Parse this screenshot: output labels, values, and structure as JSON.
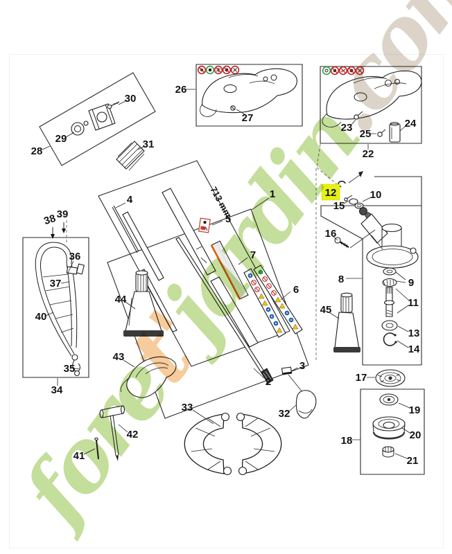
{
  "diagram": {
    "title_hidden": "",
    "tube_length_label": "713 mm",
    "highlighted_part": "12",
    "highlight_color": "#e7f112",
    "callouts": {
      "c1": "1",
      "c2": "2",
      "c3": "3",
      "c4": "4",
      "c5": "5",
      "c6": "6",
      "c7": "7",
      "c8": "8",
      "c9": "9",
      "c10": "10",
      "c11": "11",
      "c12": "12",
      "c13": "13",
      "c14": "14",
      "c15": "15",
      "c16": "16",
      "c17": "17",
      "c18": "18",
      "c19": "19",
      "c20": "20",
      "c21": "21",
      "c22": "22",
      "c23": "23",
      "c24": "24",
      "c25": "25",
      "c26": "26",
      "c27": "27",
      "c28": "28",
      "c29": "29",
      "c30": "30",
      "c31": "31",
      "c32": "32",
      "c33": "33",
      "c34": "34",
      "c35": "35",
      "c36": "36",
      "c37": "37",
      "c38": "38",
      "c39": "39",
      "c40": "40",
      "c41": "41",
      "c42": "42",
      "c43": "43",
      "c44": "44",
      "c45": "45"
    },
    "safety_icons": {
      "box26": [
        "no-saw-blade-icon",
        "mowing-head-allowed-icon",
        "no-metal-blade-icon",
        "no-shredder-blade-icon",
        "no-multi-tool-icon"
      ],
      "box22": [
        "mowing-head-allowed-icon",
        "no-saw-blade-icon",
        "no-metal-blade-icon",
        "no-shredder-blade-icon",
        "no-multi-tool-icon"
      ]
    },
    "status_colors": {
      "prohibition_red": "#c22222",
      "allowed_green": "#2e9e44",
      "mandatory_blue": "#2565ae",
      "warning_yellow": "#f2c500",
      "grip_tape_orange": "#e05a10"
    }
  },
  "watermark": {
    "part1": "fore",
    "part2": "t'",
    "part3": "jardin",
    "part4": ".com",
    "color_green": "rgba(157,200,88,0.60)",
    "color_orange": "rgba(242,172,96,0.62)",
    "color_tan": "rgba(198,186,167,0.62)"
  }
}
